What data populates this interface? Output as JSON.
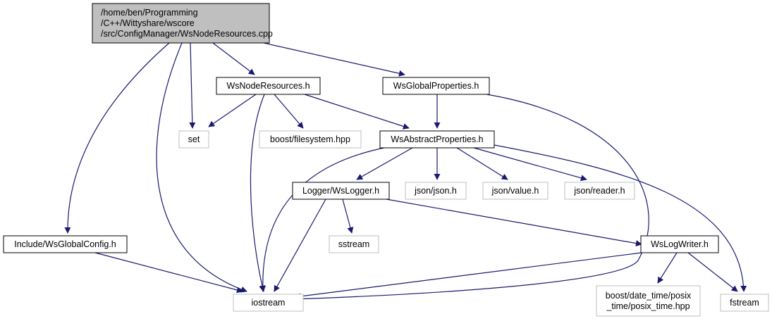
{
  "diagram": {
    "colors": {
      "edge": "#191970",
      "root_fill": "#bfbfbf",
      "header_border": "#000000",
      "external_border": "#bfbfbf",
      "background": "#ffffff"
    },
    "nodes": [
      {
        "id": "root",
        "kind": "root",
        "lines": [
          "/home/ben/Programming",
          "/C++/Wittyshare/wscore",
          "/src/ConfigManager/WsNodeResources.cpp"
        ]
      },
      {
        "id": "wsnoderesources",
        "kind": "header",
        "lines": [
          "WsNodeResources.h"
        ]
      },
      {
        "id": "wsglobalproperties",
        "kind": "header",
        "lines": [
          "WsGlobalProperties.h"
        ]
      },
      {
        "id": "set",
        "kind": "external",
        "lines": [
          "set"
        ]
      },
      {
        "id": "boostfs",
        "kind": "external",
        "lines": [
          "boost/filesystem.hpp"
        ]
      },
      {
        "id": "wsabstractproperties",
        "kind": "header",
        "lines": [
          "WsAbstractProperties.h"
        ]
      },
      {
        "id": "wslogger",
        "kind": "header",
        "lines": [
          "Logger/WsLogger.h"
        ]
      },
      {
        "id": "jsonjson",
        "kind": "external",
        "lines": [
          "json/json.h"
        ]
      },
      {
        "id": "jsonvalue",
        "kind": "external",
        "lines": [
          "json/value.h"
        ]
      },
      {
        "id": "jsonreader",
        "kind": "external",
        "lines": [
          "json/reader.h"
        ]
      },
      {
        "id": "sstream",
        "kind": "external",
        "lines": [
          "sstream"
        ]
      },
      {
        "id": "wsglobalconfig",
        "kind": "header",
        "lines": [
          "Include/WsGlobalConfig.h"
        ]
      },
      {
        "id": "wslogwriter",
        "kind": "header",
        "lines": [
          "WsLogWriter.h"
        ]
      },
      {
        "id": "iostream",
        "kind": "external",
        "lines": [
          "iostream"
        ]
      },
      {
        "id": "posixtime",
        "kind": "external",
        "lines": [
          "boost/date_time/posix",
          "_time/posix_time.hpp"
        ]
      },
      {
        "id": "fstream",
        "kind": "external",
        "lines": [
          "fstream"
        ]
      }
    ],
    "edges": [
      {
        "from": "root",
        "to": "wsglobalconfig"
      },
      {
        "from": "root",
        "to": "iostream"
      },
      {
        "from": "root",
        "to": "set"
      },
      {
        "from": "root",
        "to": "wsnoderesources"
      },
      {
        "from": "root",
        "to": "wsglobalproperties"
      },
      {
        "from": "wsnoderesources",
        "to": "set"
      },
      {
        "from": "wsnoderesources",
        "to": "iostream"
      },
      {
        "from": "wsnoderesources",
        "to": "boostfs"
      },
      {
        "from": "wsnoderesources",
        "to": "wsabstractproperties"
      },
      {
        "from": "wsglobalproperties",
        "to": "wsabstractproperties"
      },
      {
        "from": "wsglobalproperties",
        "to": "iostream"
      },
      {
        "from": "wsabstractproperties",
        "to": "iostream"
      },
      {
        "from": "wsabstractproperties",
        "to": "wslogger"
      },
      {
        "from": "wsabstractproperties",
        "to": "jsonjson"
      },
      {
        "from": "wsabstractproperties",
        "to": "jsonvalue"
      },
      {
        "from": "wsabstractproperties",
        "to": "jsonreader"
      },
      {
        "from": "wsabstractproperties",
        "to": "fstream"
      },
      {
        "from": "wslogger",
        "to": "iostream"
      },
      {
        "from": "wslogger",
        "to": "sstream"
      },
      {
        "from": "wslogger",
        "to": "wslogwriter"
      },
      {
        "from": "wsglobalconfig",
        "to": "iostream"
      },
      {
        "from": "wslogwriter",
        "to": "iostream"
      },
      {
        "from": "wslogwriter",
        "to": "posixtime"
      },
      {
        "from": "wslogwriter",
        "to": "fstream"
      }
    ]
  }
}
